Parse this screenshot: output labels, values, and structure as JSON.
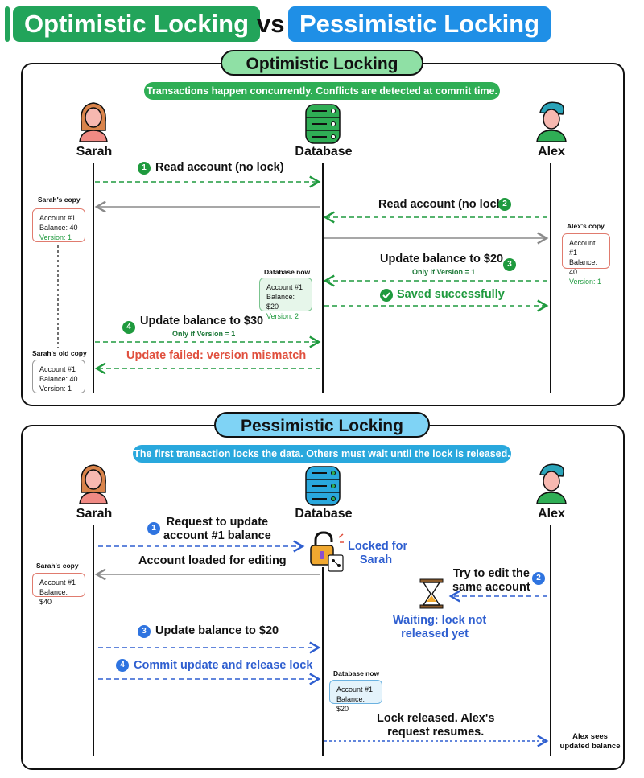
{
  "title": {
    "left": "Optimistic Locking",
    "vs": "vs",
    "right": "Pessimistic Locking"
  },
  "colors": {
    "green": "#1f9a3e",
    "blue": "#2f74e0",
    "red": "#e0503e",
    "gray_arrow": "#8a8a8a"
  },
  "optimistic": {
    "heading": "Optimistic Locking",
    "banner": "Transactions happen concurrently. Conflicts are detected at commit time.",
    "actors": {
      "left": "Sarah",
      "middle": "Database",
      "right": "Alex"
    },
    "steps": {
      "s1": {
        "num": "1",
        "label": "Read account (no lock)"
      },
      "s2": {
        "num": "2",
        "label": "Read account (no lock)"
      },
      "s3": {
        "num": "3",
        "label": "Update balance to $20",
        "sub": "Only if Version = 1"
      },
      "saved": "Saved successfully",
      "s4": {
        "num": "4",
        "label": "Update balance to $30",
        "sub": "Only if Version = 1"
      },
      "failed": "Update failed: version mismatch"
    },
    "sarah_copy": {
      "caption": "Sarah's copy",
      "line1": "Account #1",
      "line2": "Balance: 40",
      "line3": "Version: 1"
    },
    "alex_copy": {
      "caption": "Alex's copy",
      "line1": "Account #1",
      "line2": "Balance: 40",
      "line3": "Version: 1"
    },
    "db_now": {
      "caption": "Database now",
      "line1": "Account #1",
      "line2": "Balance: $20",
      "line3": "Version: 2"
    },
    "sarah_old": {
      "caption": "Sarah's old copy",
      "line1": "Account #1",
      "line2": "Balance: 40",
      "line3": "Version: 1"
    }
  },
  "pessimistic": {
    "heading": "Pessimistic Locking",
    "banner": "The first transaction locks the data. Others must wait until the lock is released.",
    "actors": {
      "left": "Sarah",
      "middle": "Database",
      "right": "Alex"
    },
    "steps": {
      "s1": {
        "num": "1",
        "line1": "Request to update",
        "line2": "account #1 balance"
      },
      "locked": {
        "line1": "Locked for",
        "line2": "Sarah"
      },
      "loaded": "Account loaded for editing",
      "s2": {
        "num": "2",
        "line1": "Try to edit the",
        "line2": "same account"
      },
      "waiting": {
        "line1": "Waiting: lock not",
        "line2": "released yet"
      },
      "s3": {
        "num": "3",
        "label": "Update balance to $20"
      },
      "s4": {
        "num": "4",
        "label": "Commit update and release lock"
      },
      "released": {
        "line1": "Lock released. Alex's",
        "line2": "request resumes."
      },
      "alex_sees": {
        "line1": "Alex sees",
        "line2": "updated balance"
      }
    },
    "sarah_copy": {
      "caption": "Sarah's copy",
      "line1": "Account #1",
      "line2": "Balance: $40"
    },
    "db_now": {
      "caption": "Database now",
      "line1": "Account #1",
      "line2": "Balance: $20"
    }
  }
}
